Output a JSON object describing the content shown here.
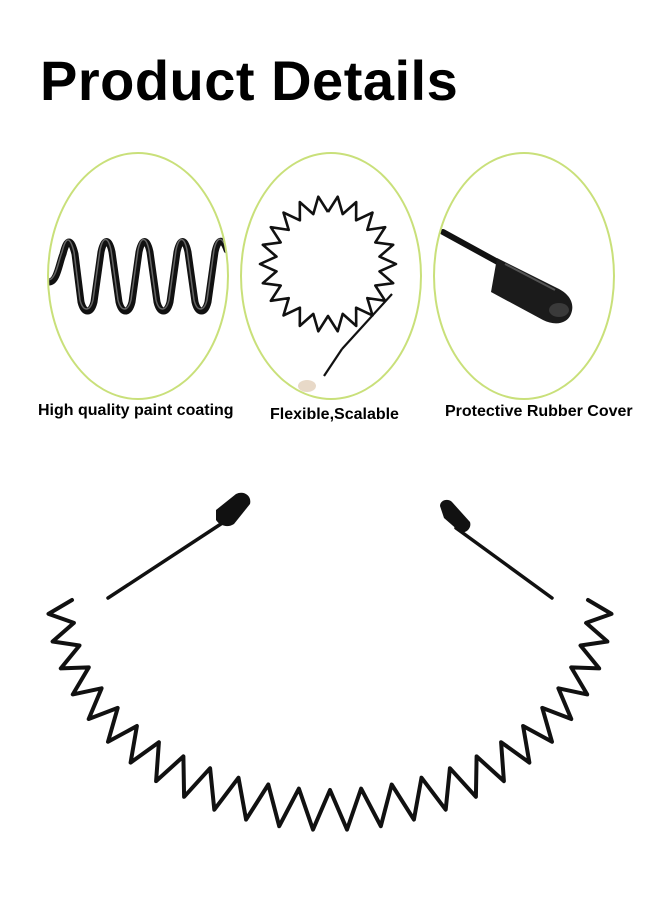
{
  "page": {
    "title": "Product Details"
  },
  "features": [
    {
      "caption": "High quality paint coating",
      "icon": "wave-wire-closeup-icon"
    },
    {
      "caption": "Flexible,Scalable",
      "icon": "flexible-coil-icon"
    },
    {
      "caption": "Protective Rubber Cover",
      "icon": "rubber-tip-icon"
    }
  ],
  "colors": {
    "circle_border": "#c9e07a",
    "wire": "#111111"
  }
}
